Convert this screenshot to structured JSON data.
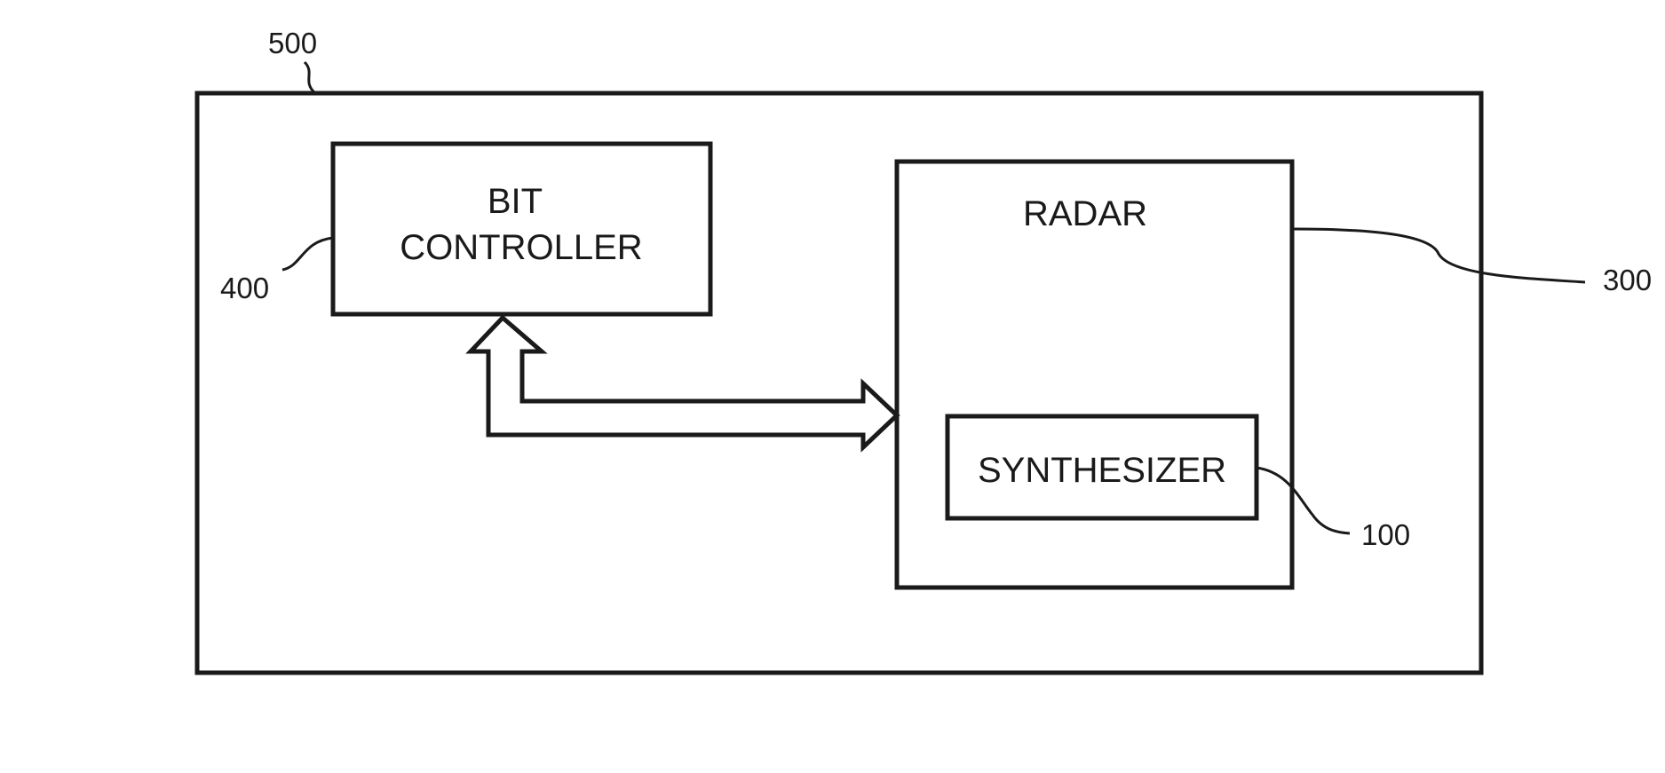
{
  "blocks": {
    "system": {
      "ref": "500"
    },
    "bit_controller": {
      "ref": "400",
      "label_line1": "BIT",
      "label_line2": "CONTROLLER"
    },
    "radar": {
      "ref": "300",
      "label": "RADAR"
    },
    "synthesizer": {
      "ref": "100",
      "label": "SYNTHESIZER"
    }
  },
  "connections": [
    {
      "from": "bit_controller",
      "to": "radar",
      "type": "bidirectional-hollow-arrow"
    }
  ]
}
